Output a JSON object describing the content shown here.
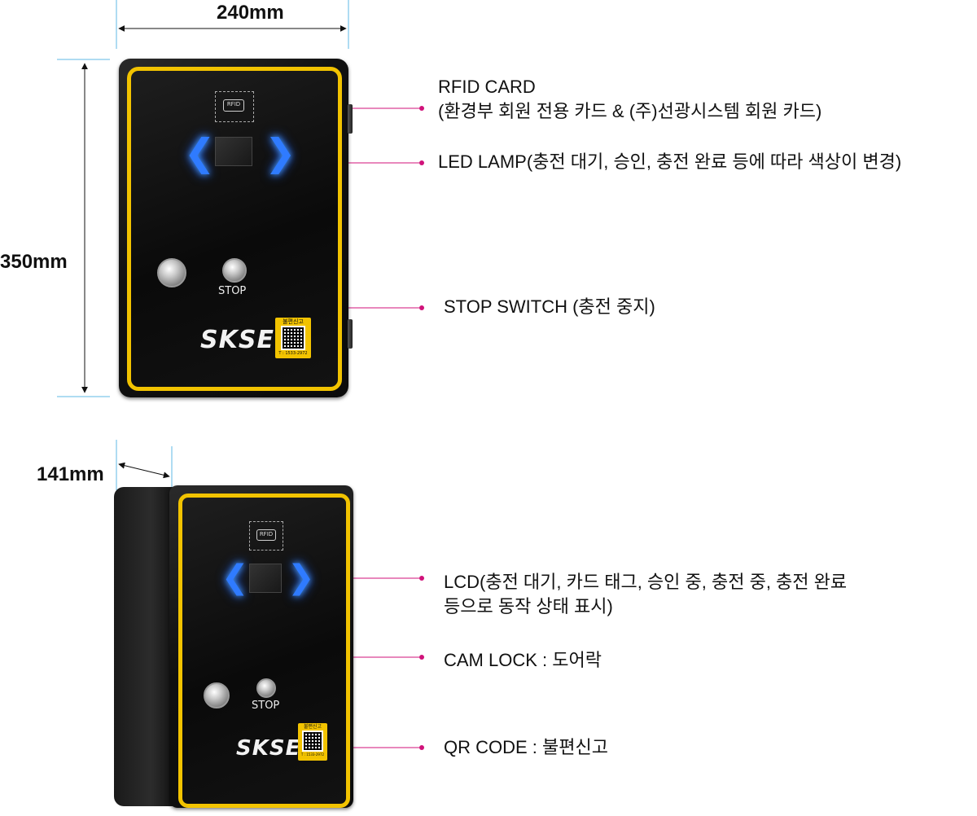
{
  "dimensions": {
    "width": "240mm",
    "height": "350mm",
    "depth": "141mm"
  },
  "device": {
    "rfid_card_text": "RFID",
    "stop_label": "STOP",
    "logo": "SKSEV",
    "qr_title": "불편신고",
    "qr_phone": "T : 1533-2972"
  },
  "callouts_front": [
    {
      "lines": [
        "RFID CARD",
        "(환경부 회원 전용 카드 & (주)선광시스템 회원 카드)"
      ]
    },
    {
      "lines": [
        "LED LAMP(충전 대기, 승인, 충전 완료 등에 따라 색상이 변경)"
      ]
    },
    {
      "lines": [
        "STOP SWITCH (충전 중지)"
      ]
    }
  ],
  "callouts_side": [
    {
      "lines": [
        "LCD(충전 대기, 카드 태그, 승인 중, 충전 중, 충전 완료",
        "등으로 동작 상태 표시)"
      ]
    },
    {
      "lines": [
        "CAM LOCK : 도어락"
      ]
    },
    {
      "lines": [
        "QR CODE : 불편신고"
      ]
    }
  ],
  "colors": {
    "frame": "#f2c300",
    "led": "#2f7bff",
    "leader": "#d0127a",
    "dimension_line": "#5fb8e6"
  },
  "icons": [
    "rfid-icon",
    "chevron-left-icon",
    "chevron-right-icon",
    "key-icon",
    "qr-code-icon"
  ]
}
